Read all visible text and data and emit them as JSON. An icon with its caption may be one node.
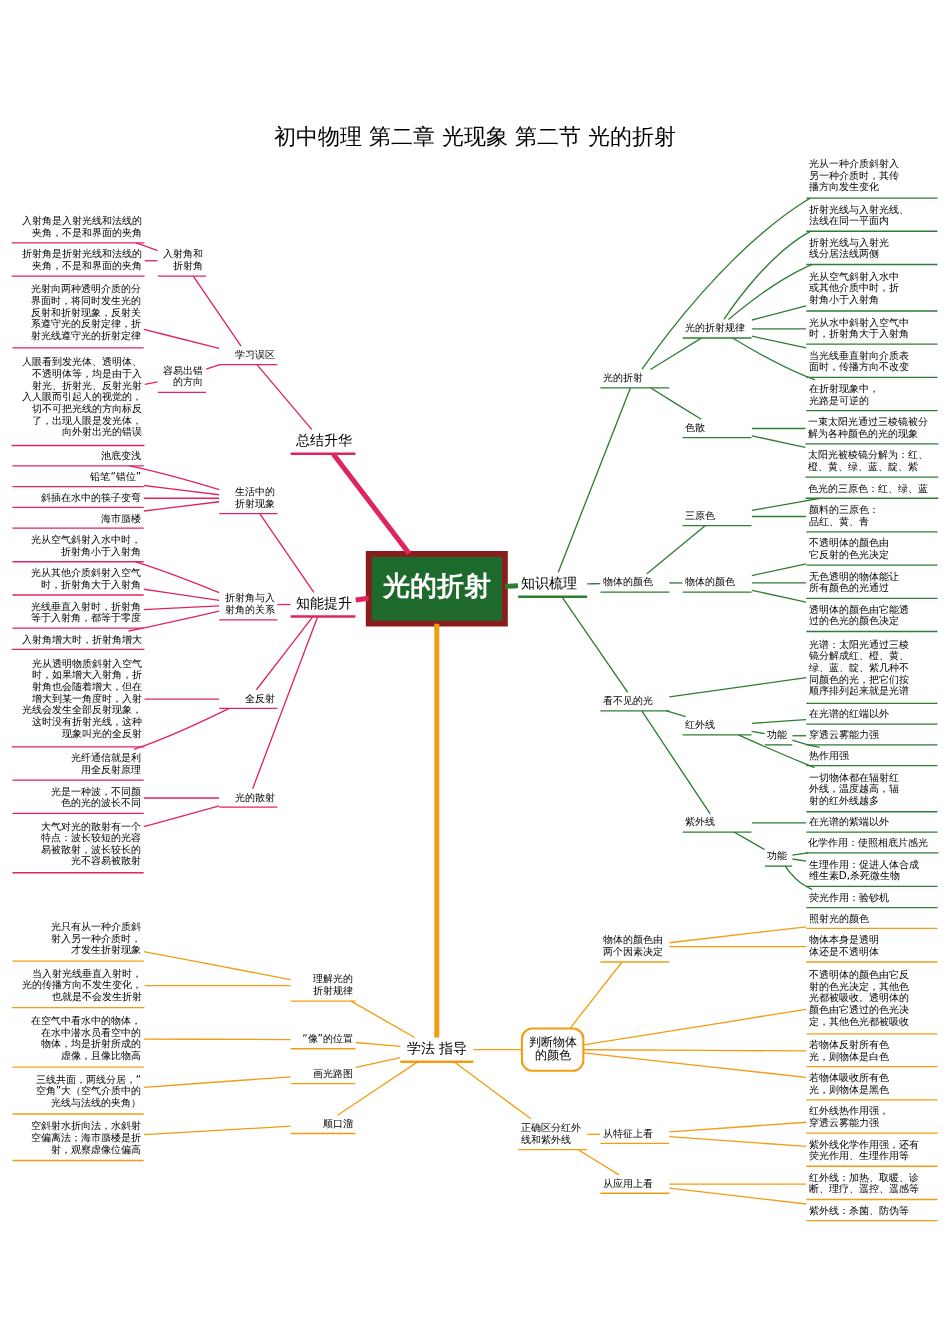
{
  "diagram": {
    "title": "初中物理 第二章 光现象 第二节 光的折射",
    "nodes": [
      {
        "text": [
          "光的折射"
        ]
      },
      {
        "text": [
          "总结升华"
        ]
      },
      {
        "text": [
          "学习误区"
        ]
      },
      {
        "text": [
          "入射角和折射角"
        ]
      },
      {
        "text": [
          "入射角是入射光线和法线的夹角，不是和界面的夹角"
        ]
      },
      {
        "text": [
          "折射角是折射光线和法线的夹角，不是和界面的夹角"
        ]
      },
      {
        "text": [
          "光射向两种透明介质的分界面时，将同时发生光的反射和折射现象，反射关系遵守光的反射定律，折射光线遵守光的折射定律"
        ]
      },
      {
        "text": [
          "容易出错的方向"
        ]
      },
      {
        "text": [
          "人眼看到发光体、透明体、不透明体等，均是由于入射光、折射光、反射光射入人眼而引起人的视觉的，切不可把光线的方向标反了，出现人眼是发光体，向外射出光的错误"
        ]
      },
      {
        "text": [
          "知能提升"
        ]
      },
      {
        "text": [
          "生活中的折射现象"
        ]
      },
      {
        "text": [
          "池底变浅"
        ]
      },
      {
        "text": [
          "铅笔“错位”"
        ]
      },
      {
        "text": [
          "斜插在水中的筷子变弯"
        ]
      },
      {
        "text": [
          "海市蜃楼"
        ]
      },
      {
        "text": [
          "折射角与入射角的关系"
        ]
      },
      {
        "text": [
          "光从空气斜射入水中时，折射角小于入射角"
        ]
      },
      {
        "text": [
          "光从其他介质斜射入空气时，折射角大于入射角"
        ]
      },
      {
        "text": [
          "光线垂直入射时，折射角等于入射角，都等于零度"
        ]
      },
      {
        "text": [
          "入射角增大时，折射角增大"
        ]
      },
      {
        "text": [
          "全反射"
        ]
      },
      {
        "text": [
          "光从透明物质斜射入空气时，如果增大入射角，折射角也会随着增大，但在增大到某一角度时，入射光线会发生全部反射现象，这时没有折射光线，这种现象叫光的全反射"
        ]
      },
      {
        "text": [
          "光纤通信就是利用全反射原理"
        ]
      },
      {
        "text": [
          "光的散射"
        ]
      },
      {
        "text": [
          "光是一种波，不同颜色的光的波长不同"
        ]
      },
      {
        "text": [
          "大气对光的散射有一个特点：波长较短的光容易被散射，波长较长的光不容易被散射"
        ]
      },
      {
        "text": [
          "知识梳理"
        ]
      },
      {
        "text": [
          "光的折射"
        ]
      },
      {
        "text": [
          "光从一种介质斜射入另一种介质时，其传播方向发生变化"
        ]
      },
      {
        "text": [
          "光的折射规律"
        ]
      },
      {
        "text": [
          "折射光线与入射光线、法线在同一平面内"
        ]
      },
      {
        "text": [
          "折射光线与入射光线分居法线两侧"
        ]
      },
      {
        "text": [
          "光从空气斜射入水中或其他介质中时，折射角小于入射角"
        ]
      },
      {
        "text": [
          "光从水中斜射入空气中时，折射角大于入射角"
        ]
      },
      {
        "text": [
          "当光线垂直射向介质表面时，传播方向不改变"
        ]
      },
      {
        "text": [
          "在折射现象中，光路是可逆的"
        ]
      },
      {
        "text": [
          "色散"
        ]
      },
      {
        "text": [
          "一束太阳光通过三棱镜被分解为各种颜色的光的现象"
        ]
      },
      {
        "text": [
          "太阳光被棱镜分解为：红、橙、黄、绿、蓝、靛、紫"
        ]
      },
      {
        "text": [
          "物体的颜色"
        ]
      },
      {
        "text": [
          "三原色"
        ]
      },
      {
        "text": [
          "色光的三原色：红、绿、蓝"
        ]
      },
      {
        "text": [
          "颜料的三原色：品红、黄、青"
        ]
      },
      {
        "text": [
          "物体的颜色"
        ]
      },
      {
        "text": [
          "不透明体的颜色由它反射的色光决定"
        ]
      },
      {
        "text": [
          "无色透明的物体能让所有颜色的光通过"
        ]
      },
      {
        "text": [
          "透明体的颜色由它能透过的色光的颜色决定"
        ]
      },
      {
        "text": [
          "看不见的光"
        ]
      },
      {
        "text": [
          "光谱：太阳光通过三棱镜分解成红、橙、黄、绿、蓝、靛、紫几种不同颜色的光，把它们按顺序排列起来就是光谱"
        ]
      },
      {
        "text": [
          "红外线"
        ]
      },
      {
        "text": [
          "在光谱的红端以外"
        ]
      },
      {
        "text": [
          "功能"
        ]
      },
      {
        "text": [
          "穿透云雾能力强"
        ]
      },
      {
        "text": [
          "热作用强"
        ]
      },
      {
        "text": [
          "一切物体都在辐射红外线，温度越高，辐射的红外线越多"
        ]
      },
      {
        "text": [
          "紫外线"
        ]
      },
      {
        "text": [
          "在光谱的紫端以外"
        ]
      },
      {
        "text": [
          "功能"
        ]
      },
      {
        "text": [
          "化学作用：使照相底片感光"
        ]
      },
      {
        "text": [
          "生理作用：促进人体合成维生素D,杀死微生物"
        ]
      },
      {
        "text": [
          "荧光作用：验钞机"
        ]
      },
      {
        "text": [
          "学法 指导"
        ]
      },
      {
        "text": [
          "判断物体的颜色"
        ]
      },
      {
        "text": [
          "物体的颜色由两个因素决定"
        ]
      },
      {
        "text": [
          "照射光的颜色"
        ]
      },
      {
        "text": [
          "物体本身是透明体还是不透明体"
        ]
      },
      {
        "text": [
          "不透明体的颜色由它反射的色光决定，其他色光都被吸收。透明体的颜色由它透过的色光决定，其他色光都被吸收"
        ]
      },
      {
        "text": [
          "若物体反射所有色光，则物体是白色"
        ]
      },
      {
        "text": [
          "若物体吸收所有色光，则物体是黑色"
        ]
      },
      {
        "text": [
          "正确区分红外线和紫外线"
        ]
      },
      {
        "text": [
          "从特征上看"
        ]
      },
      {
        "text": [
          "红外线热作用强，穿透云雾能力强"
        ]
      },
      {
        "text": [
          "紫外线化学作用强，还有荧光作用、生理作用等"
        ]
      },
      {
        "text": [
          "从应用上看"
        ]
      },
      {
        "text": [
          "红外线：加热、取暖、诊断、理疗、遥控、遥感等"
        ]
      },
      {
        "text": [
          "紫外线：杀菌、防伪等"
        ]
      },
      {
        "text": [
          "理解光的折射规律"
        ]
      },
      {
        "text": [
          "光只有从一种介质斜射入另一种介质时，才发生折射现象"
        ]
      },
      {
        "text": [
          "当入射光线垂直入射时，光的传播方向不发生变化，也就是不会发生折射"
        ]
      },
      {
        "text": [
          "“像”的位置"
        ]
      },
      {
        "text": [
          "在空气中看水中的物体，在水中潜水员看空中的物体，均是折射所成的虚像，且像比物高"
        ]
      },
      {
        "text": [
          "画光路图"
        ]
      },
      {
        "text": [
          "三线共面，两线分居，“空角”大（空气介质中的光线与法线的夹角）"
        ]
      },
      {
        "text": [
          "顺口溜"
        ]
      },
      {
        "text": [
          "空斜射水折向法，水斜射空偏离法；海市蜃楼是折射，观察虚像位偏高"
        ]
      }
    ],
    "edges": [
      {
        "from": 1,
        "to": 0,
        "arrow": "none",
        "style": "thick",
        "color": "#e0245e"
      },
      {
        "from": 2,
        "to": 1,
        "arrow": "none",
        "color": "#e0245e"
      },
      {
        "from": 3,
        "to": 2,
        "arrow": "none",
        "color": "#e0245e"
      },
      {
        "from": 4,
        "to": 3,
        "arrow": "none",
        "color": "#e0245e"
      },
      {
        "from": 5,
        "to": 3,
        "arrow": "none",
        "color": "#e0245e"
      },
      {
        "from": 6,
        "to": 2,
        "arrow": "none",
        "color": "#e0245e"
      },
      {
        "from": 7,
        "to": 2,
        "arrow": "none",
        "color": "#e0245e"
      },
      {
        "from": 8,
        "to": 7,
        "arrow": "none",
        "color": "#e0245e"
      },
      {
        "from": 9,
        "to": 0,
        "arrow": "none",
        "style": "thick",
        "color": "#e0245e"
      },
      {
        "from": 10,
        "to": 9,
        "arrow": "none",
        "color": "#e0245e"
      },
      {
        "from": 11,
        "to": 10,
        "arrow": "none",
        "color": "#e0245e"
      },
      {
        "from": 12,
        "to": 10,
        "arrow": "none",
        "color": "#e0245e"
      },
      {
        "from": 13,
        "to": 10,
        "arrow": "none",
        "color": "#e0245e"
      },
      {
        "from": 14,
        "to": 10,
        "arrow": "none",
        "color": "#e0245e"
      },
      {
        "from": 15,
        "to": 9,
        "arrow": "none",
        "color": "#e0245e"
      },
      {
        "from": 16,
        "to": 15,
        "arrow": "none",
        "color": "#e0245e"
      },
      {
        "from": 17,
        "to": 15,
        "arrow": "none",
        "color": "#e0245e"
      },
      {
        "from": 18,
        "to": 15,
        "arrow": "none",
        "color": "#e0245e"
      },
      {
        "from": 19,
        "to": 15,
        "arrow": "none",
        "color": "#e0245e"
      },
      {
        "from": 20,
        "to": 9,
        "arrow": "none",
        "color": "#e0245e"
      },
      {
        "from": 21,
        "to": 20,
        "arrow": "none",
        "color": "#e0245e"
      },
      {
        "from": 22,
        "to": 20,
        "arrow": "none",
        "color": "#e0245e"
      },
      {
        "from": 23,
        "to": 9,
        "arrow": "none",
        "color": "#e0245e"
      },
      {
        "from": 24,
        "to": 23,
        "arrow": "none",
        "color": "#e0245e"
      },
      {
        "from": 25,
        "to": 23,
        "arrow": "none",
        "color": "#e0245e"
      },
      {
        "from": 0,
        "to": 26,
        "arrow": "none",
        "style": "thick"
      },
      {
        "from": 26,
        "to": 27,
        "arrow": "none"
      },
      {
        "from": 27,
        "to": 28,
        "arrow": "none"
      },
      {
        "from": 27,
        "to": 29,
        "arrow": "none"
      },
      {
        "from": 29,
        "to": 30,
        "arrow": "none"
      },
      {
        "from": 29,
        "to": 31,
        "arrow": "none"
      },
      {
        "from": 29,
        "to": 32,
        "arrow": "none"
      },
      {
        "from": 29,
        "to": 33,
        "arrow": "none"
      },
      {
        "from": 29,
        "to": 34,
        "arrow": "none"
      },
      {
        "from": 29,
        "to": 35,
        "arrow": "none"
      },
      {
        "from": 27,
        "to": 36,
        "arrow": "none"
      },
      {
        "from": 36,
        "to": 37,
        "arrow": "none"
      },
      {
        "from": 36,
        "to": 38,
        "arrow": "none"
      },
      {
        "from": 26,
        "to": 39,
        "arrow": "none"
      },
      {
        "from": 39,
        "to": 40,
        "arrow": "none"
      },
      {
        "from": 40,
        "to": 41,
        "arrow": "none"
      },
      {
        "from": 40,
        "to": 42,
        "arrow": "none"
      },
      {
        "from": 39,
        "to": 43,
        "arrow": "none"
      },
      {
        "from": 43,
        "to": 44,
        "arrow": "none"
      },
      {
        "from": 43,
        "to": 45,
        "arrow": "none"
      },
      {
        "from": 43,
        "to": 46,
        "arrow": "none"
      },
      {
        "from": 26,
        "to": 47,
        "arrow": "none"
      },
      {
        "from": 47,
        "to": 48,
        "arrow": "none"
      },
      {
        "from": 47,
        "to": 49,
        "arrow": "none"
      },
      {
        "from": 49,
        "to": 50,
        "arrow": "none"
      },
      {
        "from": 49,
        "to": 51,
        "arrow": "none"
      },
      {
        "from": 51,
        "to": 52,
        "arrow": "none"
      },
      {
        "from": 51,
        "to": 53,
        "arrow": "none"
      },
      {
        "from": 49,
        "to": 54,
        "arrow": "none"
      },
      {
        "from": 47,
        "to": 55,
        "arrow": "none"
      },
      {
        "from": 55,
        "to": 56,
        "arrow": "none"
      },
      {
        "from": 55,
        "to": 57,
        "arrow": "none"
      },
      {
        "from": 57,
        "to": 58,
        "arrow": "none"
      },
      {
        "from": 57,
        "to": 59,
        "arrow": "none"
      },
      {
        "from": 57,
        "to": 60,
        "arrow": "none"
      },
      {
        "from": 0,
        "to": 61,
        "arrow": "none",
        "style": "thick",
        "color": "#f39c12"
      },
      {
        "from": 61,
        "to": 62,
        "arrow": "none",
        "color": "#f39c12"
      },
      {
        "from": 62,
        "to": 63,
        "arrow": "none",
        "color": "#f39c12"
      },
      {
        "from": 63,
        "to": 64,
        "arrow": "none",
        "color": "#f39c12"
      },
      {
        "from": 63,
        "to": 65,
        "arrow": "none",
        "color": "#f39c12"
      },
      {
        "from": 62,
        "to": 66,
        "arrow": "none",
        "color": "#f39c12"
      },
      {
        "from": 62,
        "to": 67,
        "arrow": "none",
        "color": "#f39c12"
      },
      {
        "from": 62,
        "to": 68,
        "arrow": "none",
        "color": "#f39c12"
      },
      {
        "from": 61,
        "to": 69,
        "arrow": "none",
        "color": "#f39c12"
      },
      {
        "from": 69,
        "to": 70,
        "arrow": "none",
        "color": "#f39c12"
      },
      {
        "from": 70,
        "to": 71,
        "arrow": "none",
        "color": "#f39c12"
      },
      {
        "from": 70,
        "to": 72,
        "arrow": "none",
        "color": "#f39c12"
      },
      {
        "from": 69,
        "to": 73,
        "arrow": "none",
        "color": "#f39c12"
      },
      {
        "from": 73,
        "to": 74,
        "arrow": "none",
        "color": "#f39c12"
      },
      {
        "from": 73,
        "to": 75,
        "arrow": "none",
        "color": "#f39c12"
      },
      {
        "from": 76,
        "to": 61,
        "arrow": "none",
        "color": "#f39c12"
      },
      {
        "from": 77,
        "to": 76,
        "arrow": "none",
        "color": "#f39c12"
      },
      {
        "from": 78,
        "to": 76,
        "arrow": "none",
        "color": "#f39c12"
      },
      {
        "from": 79,
        "to": 61,
        "arrow": "none",
        "color": "#f39c12"
      },
      {
        "from": 80,
        "to": 79,
        "arrow": "none",
        "color": "#f39c12"
      },
      {
        "from": 81,
        "to": 61,
        "arrow": "none",
        "color": "#f39c12"
      },
      {
        "from": 82,
        "to": 81,
        "arrow": "none",
        "color": "#f39c12"
      },
      {
        "from": 83,
        "to": 61,
        "arrow": "none",
        "color": "#f39c12"
      },
      {
        "from": 84,
        "to": 83,
        "arrow": "none",
        "color": "#f39c12"
      }
    ]
  }
}
